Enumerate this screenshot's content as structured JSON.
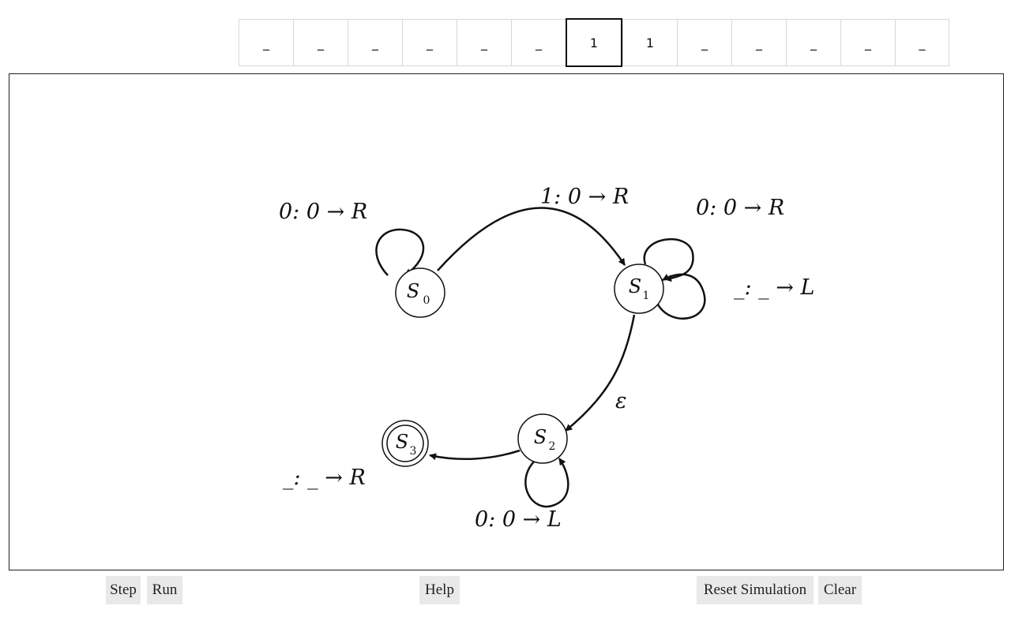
{
  "tape": {
    "cells": [
      "_",
      "_",
      "_",
      "_",
      "_",
      "_",
      "1",
      "1",
      "_",
      "_",
      "_",
      "_",
      "_"
    ],
    "head_index": 6
  },
  "diagram": {
    "states": [
      {
        "name": "S",
        "sub": "0",
        "accepting": false
      },
      {
        "name": "S",
        "sub": "1",
        "accepting": false
      },
      {
        "name": "S",
        "sub": "2",
        "accepting": false
      },
      {
        "name": "S",
        "sub": "3",
        "accepting": true
      }
    ],
    "transitions": {
      "s0_self": "0: 0 → R",
      "s0_s1": "1: 0 → R",
      "s1_self_a": "0: 0 → R",
      "s1_self_b": "_: _ → L",
      "s1_s2": "ε",
      "s2_self": "0: 0 → L",
      "s2_s3": "_: _ → R"
    }
  },
  "buttons": {
    "step": "Step",
    "run": "Run",
    "help": "Help",
    "reset": "Reset Simulation",
    "clear": "Clear"
  }
}
